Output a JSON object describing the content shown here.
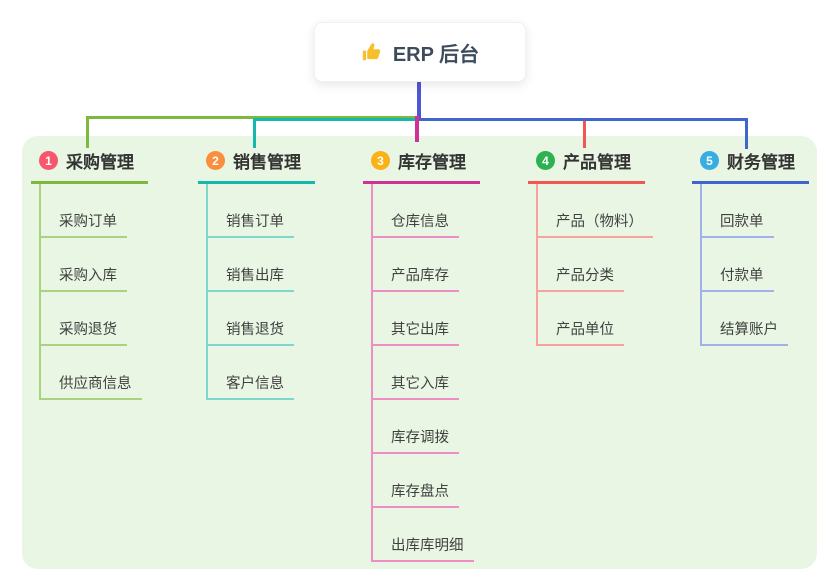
{
  "root_node": {
    "icon": "thumbs-up",
    "label": "ERP 后台"
  },
  "colors": {
    "panel_bg": "#e8f6e3",
    "root_connector": "#4c56d8",
    "card_text": "#3d4b5c",
    "title_text": "#333333",
    "child_text": "#414141",
    "thumb_yellow": "#f5c02c"
  },
  "branches": [
    {
      "badge": "1",
      "label": "采购管理",
      "badge_color": "#f8566c",
      "line_color": "#7cb93e",
      "child_line_color": "#a9d37e",
      "children": [
        "采购订单",
        "采购入库",
        "采购退货",
        "供应商信息"
      ]
    },
    {
      "badge": "2",
      "label": "销售管理",
      "badge_color": "#fb8e3c",
      "line_color": "#16b8ae",
      "child_line_color": "#7fd6cd",
      "children": [
        "销售订单",
        "销售出库",
        "销售退货",
        "客户信息"
      ]
    },
    {
      "badge": "3",
      "label": "库存管理",
      "badge_color": "#fbb217",
      "line_color": "#cf3295",
      "child_line_color": "#ee8ec5",
      "children": [
        "仓库信息",
        "产品库存",
        "其它出库",
        "其它入库",
        "库存调拨",
        "库存盘点",
        "出库库明细"
      ]
    },
    {
      "badge": "4",
      "label": "产品管理",
      "badge_color": "#2eb150",
      "line_color": "#f5554f",
      "child_line_color": "#f9a19c",
      "children": [
        "产品（物料）",
        "产品分类",
        "产品单位"
      ]
    },
    {
      "badge": "5",
      "label": "财务管理",
      "badge_color": "#38ade2",
      "line_color": "#3f66cc",
      "child_line_color": "#9db3e9",
      "children": [
        "回款单",
        "付款单",
        "结算账户"
      ]
    }
  ]
}
